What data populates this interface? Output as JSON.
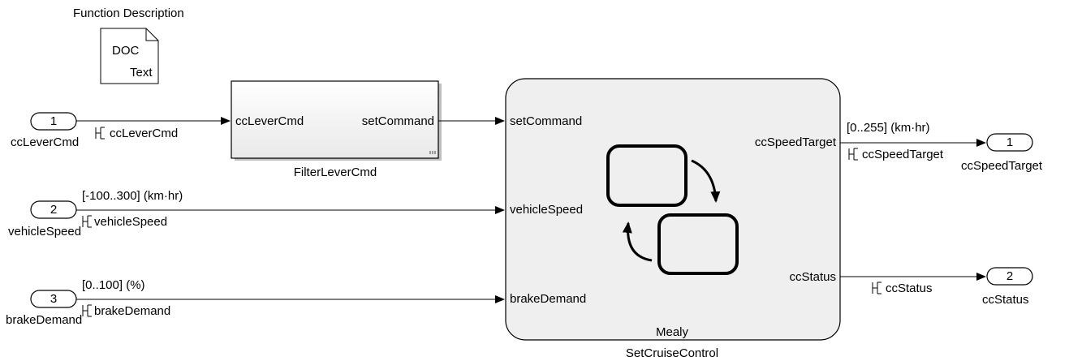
{
  "doc_block": {
    "title": "Function Description",
    "line1": "DOC",
    "line2": "Text"
  },
  "inports": [
    {
      "number": "1",
      "name": "ccLeverCmd",
      "signal": "ccLeverCmd",
      "range": ""
    },
    {
      "number": "2",
      "name": "vehicleSpeed",
      "signal": "vehicleSpeed",
      "range": "[-100..300] (km·hr)"
    },
    {
      "number": "3",
      "name": "brakeDemand",
      "signal": "brakeDemand",
      "range": "[0..100] (%)"
    }
  ],
  "filter_block": {
    "name": "FilterLeverCmd",
    "input": "ccLeverCmd",
    "output": "setCommand"
  },
  "chart_block": {
    "name": "SetCruiseControl",
    "type_label": "Mealy",
    "inputs": [
      "setCommand",
      "vehicleSpeed",
      "brakeDemand"
    ],
    "outputs": [
      "ccSpeedTarget",
      "ccStatus"
    ]
  },
  "outports": [
    {
      "number": "1",
      "name": "ccSpeedTarget",
      "signal": "ccSpeedTarget",
      "range": "[0..255] (km·hr)"
    },
    {
      "number": "2",
      "name": "ccStatus",
      "signal": "ccStatus",
      "range": ""
    }
  ],
  "colors": {
    "line": "#000000",
    "block_fill": "#f2f2f2",
    "chart_fill": "#efefef"
  }
}
